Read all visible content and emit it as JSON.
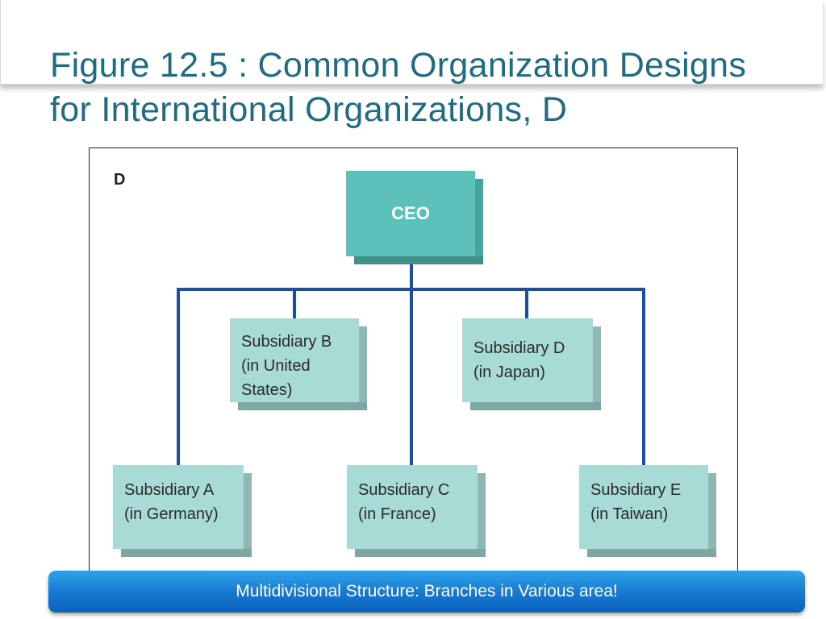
{
  "slide": {
    "title_line1": "Figure 12.5 : Common Organization Designs",
    "title_line2": "for International Organizations, D",
    "caption": "Multidivisional Structure: Branches in Various area!"
  },
  "diagram": {
    "panel_label": "D",
    "ceo": "CEO",
    "subsidiaries": {
      "a": [
        "Subsidiary A",
        "(in Germany)"
      ],
      "b": [
        "Subsidiary B",
        "(in United",
        "States)"
      ],
      "c": [
        "Subsidiary C",
        "(in France)"
      ],
      "d": [
        "Subsidiary D",
        "(in Japan)"
      ],
      "e": [
        "Subsidiary E",
        "(in Taiwan)"
      ]
    }
  },
  "colors": {
    "title": "#1e6b82",
    "connector": "#1d4fa0",
    "ceo_box": "#5cc2b9",
    "subsidiary_box": "#a9dbd6",
    "caption_bar": "#1677cf"
  }
}
